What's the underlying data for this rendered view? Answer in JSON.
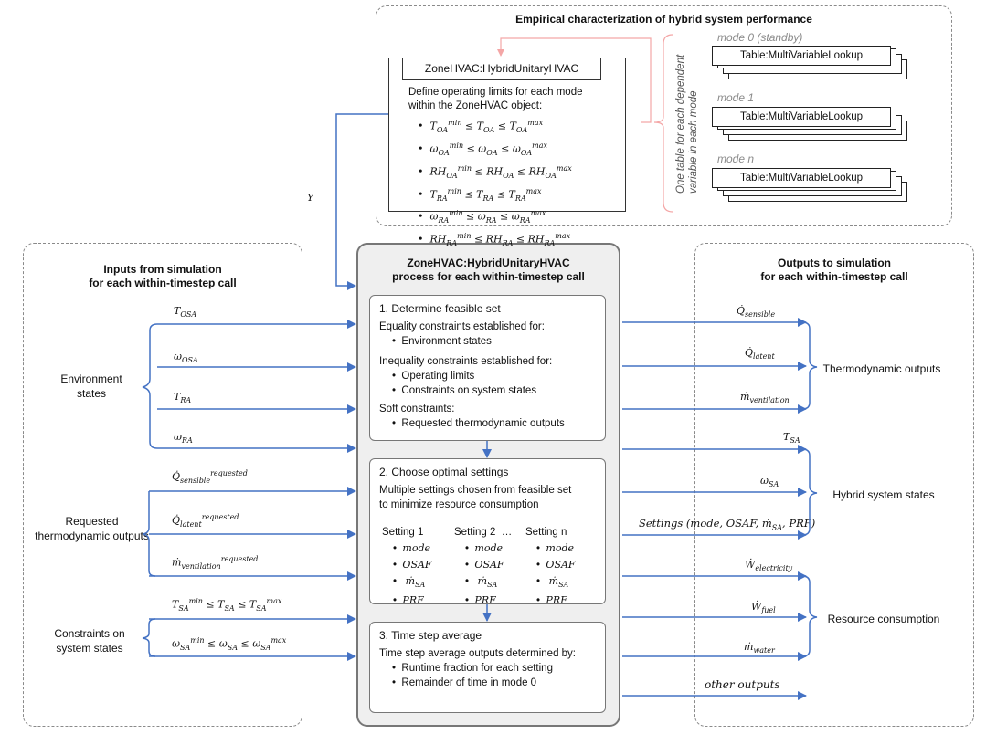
{
  "top_panel": {
    "title": "Empirical characterization of hybrid system performance",
    "object_box_title": "ZoneHVAC:HybridUnitaryHVAC",
    "object_box_desc_1": "Define operating limits for each mode",
    "object_box_desc_2": "within the ZoneHVAC object:",
    "limits": [
      "T_OA^min ≤ T_OA ≤ T_OA^max",
      "ω_OA^min ≤ ω_OA ≤ ω_OA^max",
      "RH_OA^min ≤ RH_OA ≤ RH_OA^max",
      "T_RA^min ≤ T_RA ≤ T_RA^max",
      "ω_RA^min ≤ ω_RA ≤ ω_RA^max",
      "RH_RA^min ≤ RH_RA ≤ RH_RA^max"
    ],
    "side_note_1": "One table for each dependent",
    "side_note_2": "variable in each mode",
    "modes": [
      "mode 0 (standby)",
      "mode 1",
      "mode n"
    ],
    "table_label": "Table:MultiVariableLookup",
    "connector_label": "Y"
  },
  "inputs_panel": {
    "title_1": "Inputs from simulation",
    "title_2": "for each within-timestep call",
    "groups": [
      "Environment states",
      "Requested thermodynamic outputs",
      "Constraints on system states"
    ],
    "env_inputs": [
      "T_OSA",
      "ω_OSA",
      "T_RA",
      "ω_RA"
    ],
    "requested_inputs": [
      "Q̇_sensible^requested",
      "Q̇_latent^requested",
      "ṁ_ventilation^requested"
    ],
    "constraint_inputs": [
      "T_SA^min ≤ T_SA ≤ T_SA^max",
      "ω_SA^min ≤ ω_SA ≤ ω_SA^max"
    ]
  },
  "process_panel": {
    "title_1": "ZoneHVAC:HybridUnitaryHVAC",
    "title_2": "process for each within-timestep call",
    "step1": {
      "heading": "1. Determine feasible set",
      "eq_label": "Equality constraints established for:",
      "eq_items": [
        "Environment states"
      ],
      "ineq_label": "Inequality constraints established for:",
      "ineq_items": [
        "Operating limits",
        "Constraints on system states"
      ],
      "soft_label": "Soft constraints:",
      "soft_items": [
        "Requested thermodynamic outputs"
      ]
    },
    "step2": {
      "heading": "2. Choose optimal settings",
      "desc_1": "Multiple settings chosen from feasible set",
      "desc_2": "to minimize resource consumption",
      "setting_1": "Setting 1",
      "setting_2": "Setting 2",
      "ellipsis": "…",
      "setting_n": "Setting n",
      "vars": [
        "mode",
        "OSAF",
        "ṁ_SA",
        "PRF"
      ]
    },
    "step3": {
      "heading": "3. Time step average",
      "desc": "Time step average outputs determined by:",
      "items": [
        "Runtime fraction for each setting",
        "Remainder of time in mode 0"
      ]
    }
  },
  "outputs_panel": {
    "title_1": "Outputs to simulation",
    "title_2": "for each within-timestep call",
    "groups": [
      "Thermodynamic outputs",
      "Hybrid system states",
      "Resource consumption"
    ],
    "thermo_outputs": [
      "Q̇_sensible",
      "Q̇_latent",
      "ṁ_ventilation"
    ],
    "state_outputs": [
      "T_SA",
      "ω_SA",
      "Settings (mode, OSAF, ṁ_SA, PRF)"
    ],
    "resource_outputs": [
      "Ẇ_electricity",
      "Ẇ_fuel",
      "ṁ_water"
    ],
    "other_outputs": "other outputs"
  },
  "colors": {
    "arrow": "#4472c4",
    "feedback": "#f4a6a6",
    "dashed": "#8a8a8a"
  }
}
